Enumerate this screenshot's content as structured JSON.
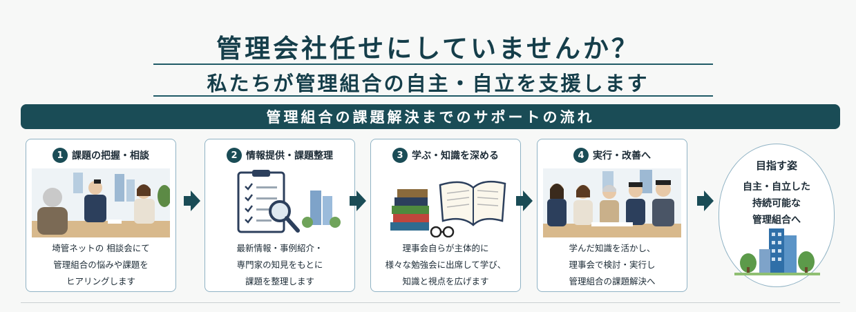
{
  "header": {
    "title": "管理会社任せにしていませんか？",
    "subtitle": "私たちが管理組合の自主・自立を支援します"
  },
  "banner": {
    "label": "管理組合の課題解決までのサポートの流れ"
  },
  "steps": [
    {
      "number": "1",
      "title": "課題の把握・相談",
      "lines": [
        "埼管ネットの 相談会にて",
        "管理組合の悩みや課題を",
        "ヒアリングします"
      ]
    },
    {
      "number": "2",
      "title": "情報提供・課題整理",
      "lines": [
        "最新情報・事例紹介・",
        "専門家の知見をもとに",
        "課題を整理します"
      ]
    },
    {
      "number": "3",
      "title": "学ぶ・知識を深める",
      "lines": [
        "理事会自らが主体的に",
        "様々な勉強会に出席して学び、",
        "知識と視点を広げます"
      ]
    },
    {
      "number": "4",
      "title": "実行・改善へ",
      "lines": [
        "学んだ知識を活かし、",
        "理事会で検討・実行し",
        "管理組合の課題解決へ"
      ]
    }
  ],
  "goal": {
    "title": "目指す姿",
    "lines": [
      "自主・自立した",
      "持続可能な",
      "管理組合へ"
    ]
  },
  "colors": {
    "primary": "#1a4c56",
    "card_border": "#8fb2c4",
    "text": "#1c2b36"
  }
}
